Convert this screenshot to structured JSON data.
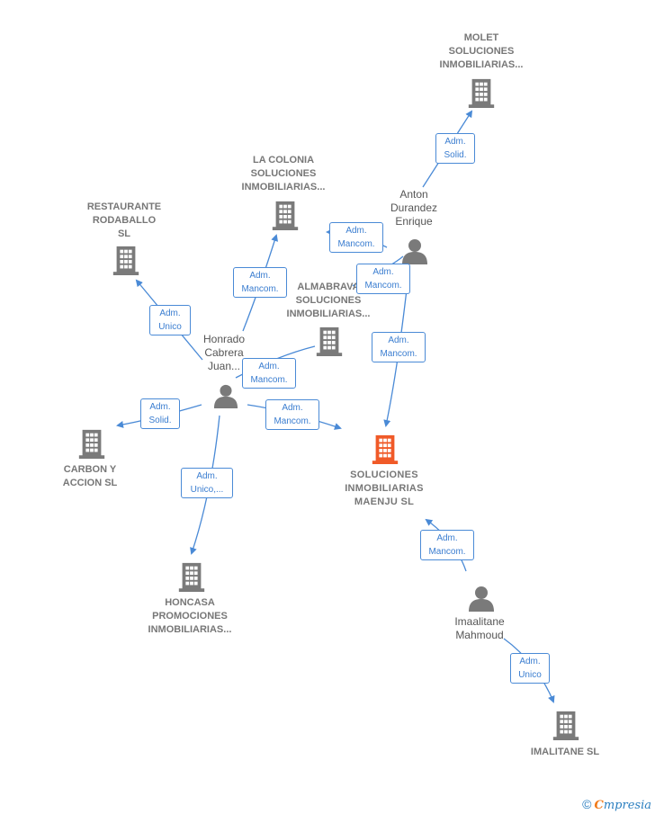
{
  "colors": {
    "edge": "#4a8ad6",
    "building": "#7a7a7a",
    "focus": "#f05a28",
    "person": "#7a7a7a"
  },
  "nodes": {
    "molet": {
      "label": "MOLET\nSOLUCIONES\nINMOBILIARIAS...",
      "icon": "building-icon"
    },
    "la_colonia": {
      "label": "LA COLONIA\nSOLUCIONES\nINMOBILIARIAS...",
      "icon": "building-icon"
    },
    "restaurante": {
      "label": "RESTAURANTE\nRODABALLO\nSL",
      "icon": "building-icon"
    },
    "almabrava": {
      "label": "ALMABRAVA\nSOLUCIONES\nINMOBILIARIAS...",
      "icon": "building-icon"
    },
    "anton": {
      "label": "Anton\nDurandez\nEnrique",
      "icon": "person-icon"
    },
    "honrado": {
      "label": "Honrado\nCabrera\nJuan...",
      "icon": "person-icon"
    },
    "carbon": {
      "label": "CARBON Y\nACCION  SL",
      "icon": "building-icon"
    },
    "maenju": {
      "label": "SOLUCIONES\nINMOBILIARIAS\nMAENJU  SL",
      "icon": "building-icon"
    },
    "honcasa": {
      "label": "HONCASA\nPROMOCIONES\nINMOBILIARIAS...",
      "icon": "building-icon"
    },
    "imaalitane": {
      "label": "Imaalitane\nMahmoud",
      "icon": "person-icon"
    },
    "imalitane_sl": {
      "label": "IMALITANE  SL",
      "icon": "building-icon"
    }
  },
  "edges": {
    "anton_molet": "Adm.\nSolid.",
    "anton_colonia": "Adm.\nMancom.",
    "anton_almabrava": "Adm.\nMancom.",
    "anton_maenju": "Adm.\nMancom.",
    "honrado_colonia": "Adm.\nMancom.",
    "honrado_restaurante": "Adm.\nUnico",
    "honrado_almabrava": "Adm.\nMancom.",
    "honrado_carbon": "Adm.\nSolid.",
    "honrado_maenju": "Adm.\nMancom.",
    "honrado_honcasa": "Adm.\nUnico,...",
    "imaalitane_maenju": "Adm.\nMancom.",
    "imaalitane_imalitane": "Adm.\nUnico"
  },
  "footer": {
    "copyright": "©",
    "brand_first": "C",
    "brand_rest": "mpresia"
  }
}
